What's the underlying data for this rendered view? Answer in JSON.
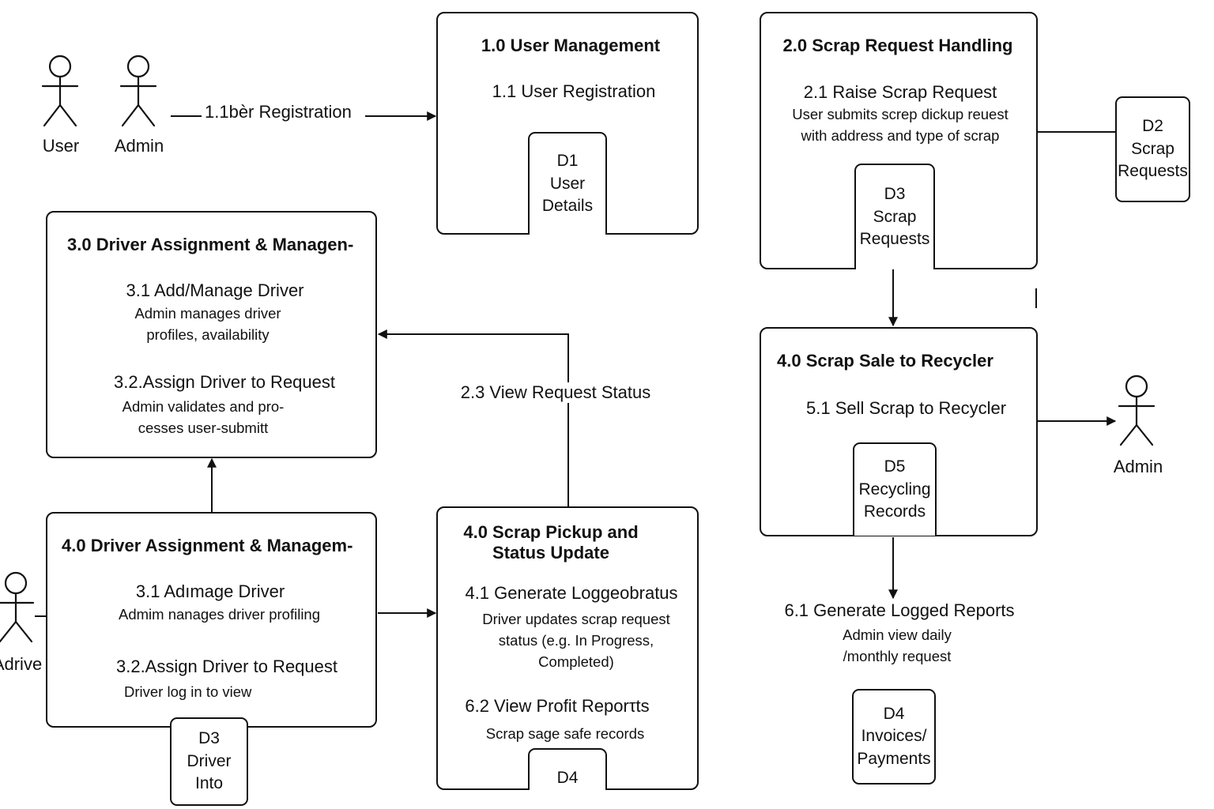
{
  "actors": {
    "user": "User",
    "admin_top": "Admin",
    "admin_right": "Admin",
    "driver": "Adrive"
  },
  "flows": {
    "registration": "1.1bèr Registration",
    "view_status": "2.3 View Request Status"
  },
  "p1": {
    "title": "1.0 User Management",
    "sub": "1.1 User Registration",
    "store": [
      "D1",
      "User",
      "Details"
    ]
  },
  "p2": {
    "title": "2.0 Scrap Request Handling",
    "sub": "2.1 Raise Scrap Request",
    "desc": [
      "User submits screp dickup reuest",
      "with address and type of scrap"
    ],
    "store": [
      "D3",
      "Scrap",
      "Requests"
    ]
  },
  "d2": [
    "D2",
    "Scrap",
    "Requests"
  ],
  "p3": {
    "title": "3.0 Driver Assignment & Managen-",
    "sub1": "3.1 Add/Manage Driver",
    "desc1": [
      "Admin manages driver",
      "profiles, availability"
    ],
    "sub2": "3.2.Assign Driver to Request",
    "desc2": [
      "Admin validates and pro-",
      "cesses user-submitt"
    ]
  },
  "p4": {
    "title": "4.0 Driver Assignment & Managem-",
    "sub1": "3.1 Adımage Driver",
    "desc1": "Admim nanages driver profiling",
    "sub2": "3.2.Assign Driver to Request",
    "desc2": "Driver log in to view",
    "store": [
      "D3",
      "Driver",
      "Into"
    ]
  },
  "p5": {
    "title": [
      "4.0 Scrap Pickup and",
      "Status Update"
    ],
    "sub1": "4.1 Generate Loggeobratus",
    "desc1": [
      "Driver updates scrap request",
      "status (e.g. In Progress,",
      "Completed)"
    ],
    "sub2": "6.2 View Profit  Reporτts",
    "desc2": "Scrap sage safe records",
    "store": "D4"
  },
  "p6": {
    "title": "4.0 Scrap Sale to Recycler",
    "sub": "5.1 Sell Scrap to Recycler",
    "store": [
      "D5",
      "Recycling",
      "Records"
    ]
  },
  "reports": {
    "title": "6.1 Generate Logged Reports",
    "desc": [
      "Admin view daily",
      "/monthly request"
    ]
  },
  "d4": [
    "D4",
    "Invoices/",
    "Payments"
  ]
}
